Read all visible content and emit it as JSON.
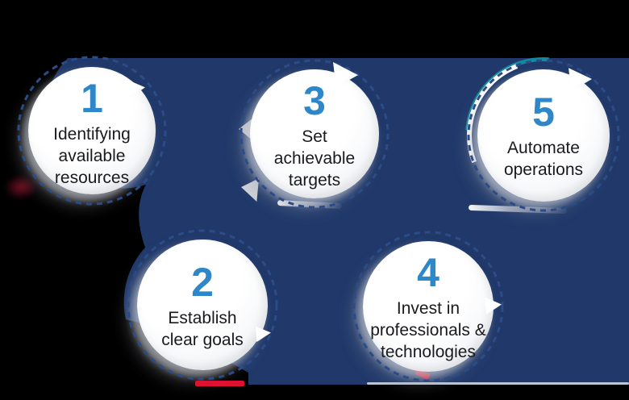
{
  "figure": {
    "type": "process-infographic",
    "step_count": 5
  },
  "colors": {
    "page_bg": "#000000",
    "navy_blob": "#20396A",
    "circle_white": "#FFFFFF",
    "number_blue": "#2E87C8",
    "label_text": "#191A1D",
    "dash_ring": "#2B4C86",
    "red_accent": "#DD1130",
    "teal_accent": "#128A9E"
  },
  "steps": [
    {
      "number": "1",
      "label": "Identifying available resources",
      "lines": [
        "Identifying",
        "available",
        "resources"
      ]
    },
    {
      "number": "2",
      "label": "Establish clear goals",
      "lines": [
        "Establish",
        "clear goals"
      ]
    },
    {
      "number": "3",
      "label": "Set achievable targets",
      "lines": [
        "Set",
        "achievable",
        "targets"
      ]
    },
    {
      "number": "4",
      "label": "Invest in professionals & technologies",
      "lines": [
        "Invest in",
        "professionals &",
        "technologies"
      ]
    },
    {
      "number": "5",
      "label": "Automate operations",
      "lines": [
        "Automate",
        "operations"
      ]
    }
  ]
}
